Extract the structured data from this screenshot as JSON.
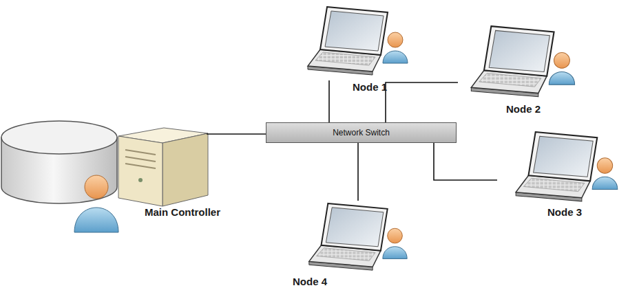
{
  "diagram": {
    "nodes": [
      {
        "text": [
          "Node 1"
        ]
      },
      {
        "text": [
          "Node 2"
        ]
      },
      {
        "text": [
          "Network Switch"
        ]
      },
      {
        "text": [
          "Main Controller"
        ]
      },
      {
        "text": [
          "Node 3"
        ]
      },
      {
        "text": [
          "Node 4"
        ]
      }
    ],
    "edges": [
      {
        "from": 3,
        "to": 2,
        "arrow": "none"
      },
      {
        "from": 0,
        "to": 2,
        "arrow": "none"
      },
      {
        "from": 1,
        "to": 2,
        "arrow": "none"
      },
      {
        "from": 2,
        "to": 4,
        "arrow": "none"
      },
      {
        "from": 2,
        "to": 5,
        "arrow": "none"
      }
    ]
  }
}
